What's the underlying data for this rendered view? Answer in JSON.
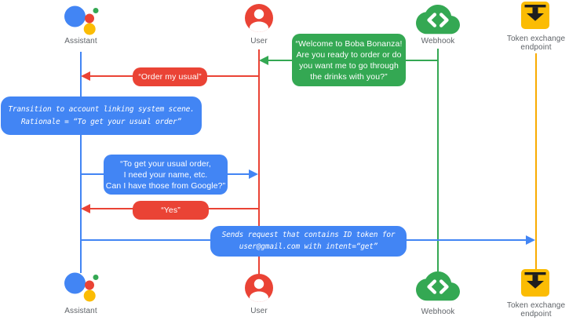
{
  "diagram": {
    "type": "sequence-diagram",
    "colors": {
      "assistant_blue": "#4285F4",
      "user_red": "#EA4335",
      "webhook_green": "#34A853",
      "token_yellow": "#FBBC04",
      "lifeline_yellow": "#F9AB00",
      "label_gray": "#5F6368",
      "bubble_text": "#FFFFFF"
    },
    "actors": {
      "assistant": {
        "label": "Assistant",
        "icon": "google-assistant-logo"
      },
      "user": {
        "label": "User",
        "icon": "person-avatar"
      },
      "webhook": {
        "label": "Webhook",
        "icon": "cloud-code"
      },
      "token_endpoint": {
        "label": "Token exchange endpoint",
        "icon": "archive-download-box"
      }
    },
    "messages": {
      "welcome": {
        "from": "Webhook",
        "to": "User",
        "text": "“Welcome to Boba Bonanza!\nAre you ready to order or do\nyou want me to go through\nthe drinks with you?”"
      },
      "order_my_usual": {
        "from": "User",
        "to": "Assistant",
        "text": "“Order my usual”"
      },
      "transition_note": {
        "on": "Assistant",
        "text": "Transition to account linking system scene.\nRationale = “To get your usual order”"
      },
      "ask_google": {
        "from": "Assistant",
        "to": "User",
        "text": "“To get your usual order,\nI need your name, etc.\nCan I have those from Google?”"
      },
      "yes": {
        "from": "User",
        "to": "Assistant",
        "text": "“Yes”"
      },
      "send_request": {
        "from": "Assistant",
        "to": "Token exchange endpoint",
        "text": "Sends request that contains ID token for\nuser@gmail.com with intent=“get”"
      }
    }
  }
}
